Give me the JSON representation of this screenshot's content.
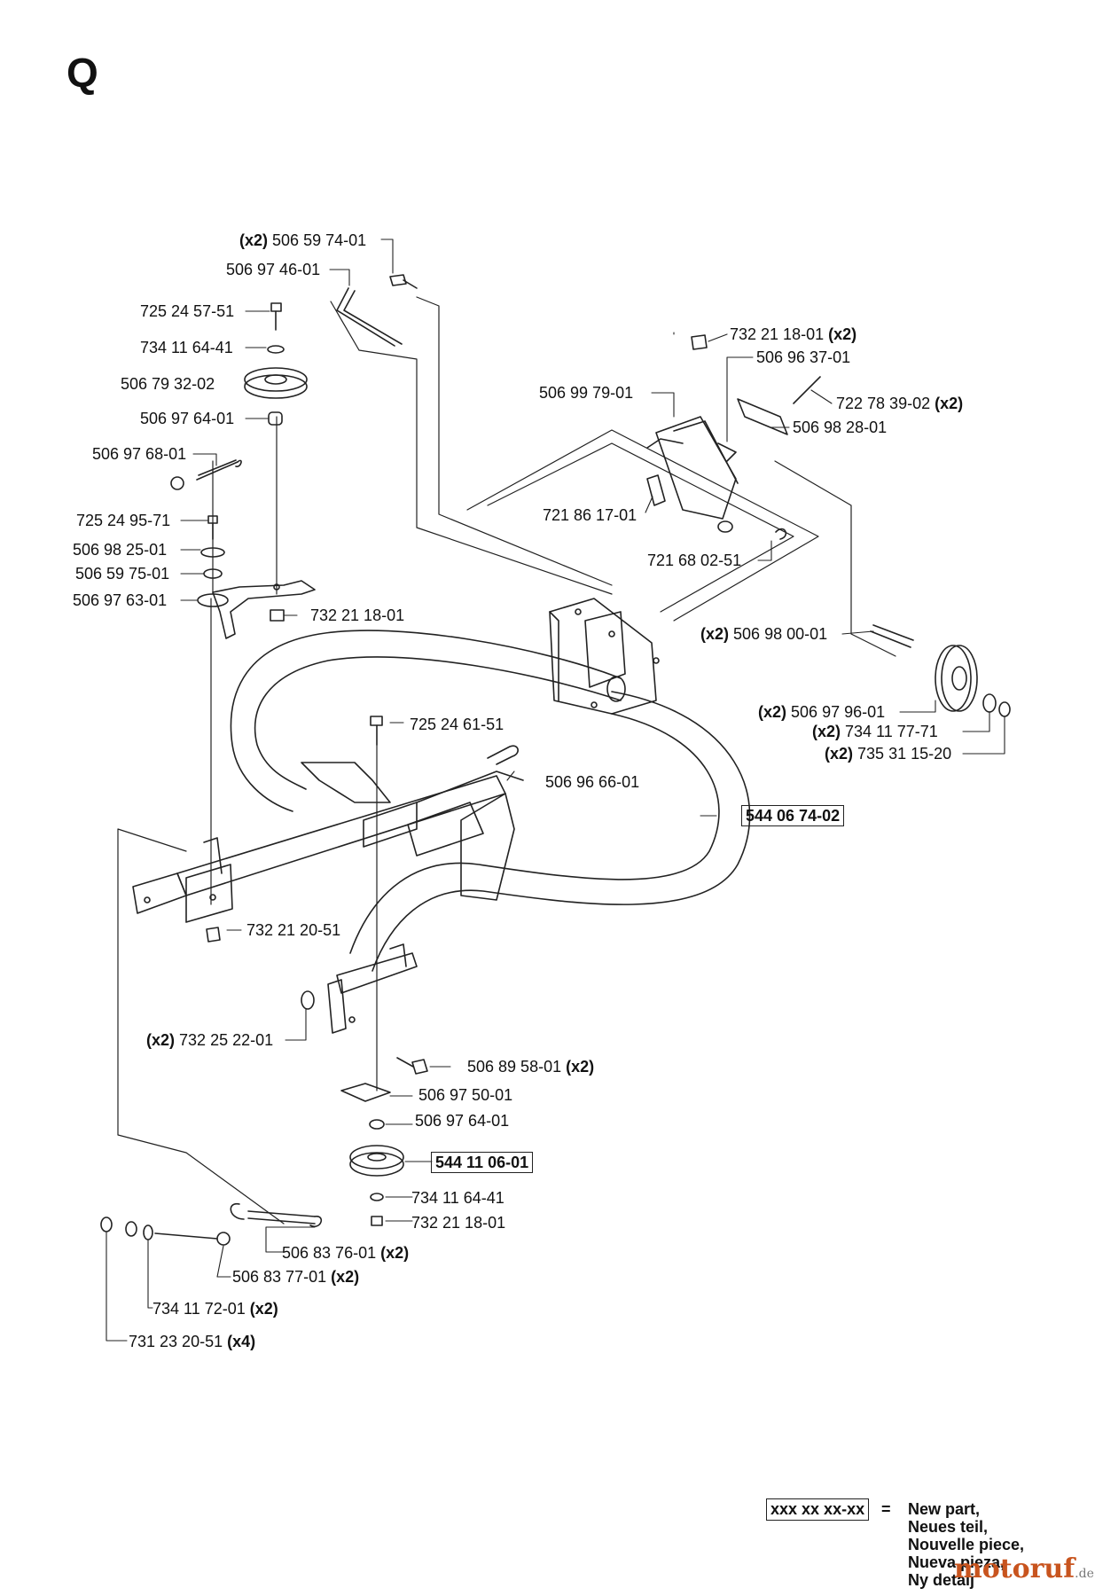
{
  "section_letter": "Q",
  "callouts": [
    {
      "id": "c1",
      "qty": "(x2)",
      "part": "506 59 74-01",
      "qty_pos": "before"
    },
    {
      "id": "c2",
      "qty": "",
      "part": "506 97 46-01"
    },
    {
      "id": "c3",
      "qty": "",
      "part": "725 24 57-51"
    },
    {
      "id": "c4",
      "qty": "",
      "part": "734 11 64-41"
    },
    {
      "id": "c5",
      "qty": "",
      "part": "506 79 32-02"
    },
    {
      "id": "c6",
      "qty": "",
      "part": "506 97 64-01"
    },
    {
      "id": "c7",
      "qty": "",
      "part": "506 97 68-01"
    },
    {
      "id": "c8",
      "qty": "",
      "part": "725 24 95-71"
    },
    {
      "id": "c9",
      "qty": "",
      "part": "506 98 25-01"
    },
    {
      "id": "c10",
      "qty": "",
      "part": "506 59 75-01"
    },
    {
      "id": "c11",
      "qty": "",
      "part": "506 97 63-01"
    },
    {
      "id": "c12",
      "qty": "",
      "part": "732 21 18-01"
    },
    {
      "id": "c13",
      "qty": "(x2)",
      "part": "732 21 18-01",
      "qty_pos": "after"
    },
    {
      "id": "c14",
      "qty": "",
      "part": "506 96 37-01"
    },
    {
      "id": "c15",
      "qty": "",
      "part": "506 99 79-01"
    },
    {
      "id": "c16",
      "qty": "(x2)",
      "part": "722 78 39-02",
      "qty_pos": "after"
    },
    {
      "id": "c17",
      "qty": "",
      "part": "506 98 28-01"
    },
    {
      "id": "c18",
      "qty": "",
      "part": "721 86 17-01"
    },
    {
      "id": "c19",
      "qty": "",
      "part": "721 68 02-51"
    },
    {
      "id": "c20",
      "qty": "(x2)",
      "part": "506 98 00-01",
      "qty_pos": "before"
    },
    {
      "id": "c21",
      "qty": "(x2)",
      "part": "506 97 96-01",
      "qty_pos": "before"
    },
    {
      "id": "c22",
      "qty": "(x2)",
      "part": "734 11 77-71",
      "qty_pos": "before"
    },
    {
      "id": "c23",
      "qty": "(x2)",
      "part": "735 31 15-20",
      "qty_pos": "before"
    },
    {
      "id": "c24",
      "qty": "",
      "part": "725 24 61-51"
    },
    {
      "id": "c25",
      "qty": "",
      "part": "506 96 66-01"
    },
    {
      "id": "c26",
      "qty": "",
      "part": "544 06 74-02",
      "boxed": true
    },
    {
      "id": "c27",
      "qty": "",
      "part": "732 21 20-51"
    },
    {
      "id": "c28",
      "qty": "(x2)",
      "part": "732 25 22-01",
      "qty_pos": "before"
    },
    {
      "id": "c29",
      "qty": "(x2)",
      "part": "506 89 58-01",
      "qty_pos": "after"
    },
    {
      "id": "c30",
      "qty": "",
      "part": "506 97 50-01"
    },
    {
      "id": "c31",
      "qty": "",
      "part": "506 97 64-01"
    },
    {
      "id": "c32",
      "qty": "",
      "part": "544 11 06-01",
      "boxed": true
    },
    {
      "id": "c33",
      "qty": "",
      "part": "734 11 64-41"
    },
    {
      "id": "c34",
      "qty": "",
      "part": "732 21 18-01"
    },
    {
      "id": "c35",
      "qty": "(x2)",
      "part": "506 83 76-01",
      "qty_pos": "after"
    },
    {
      "id": "c36",
      "qty": "(x2)",
      "part": "506 83 77-01",
      "qty_pos": "after"
    },
    {
      "id": "c37",
      "qty": "(x2)",
      "part": "734 11 72-01",
      "qty_pos": "after"
    },
    {
      "id": "c38",
      "qty": "(x4)",
      "part": "731 23 20-51",
      "qty_pos": "after"
    }
  ],
  "legend": {
    "key": "xxx xx xx-xx",
    "equals": "=",
    "lines": [
      "New part,",
      "Neues teil,",
      "Nouvelle piece,",
      "Nueva pieza,",
      "Ny detalj"
    ]
  },
  "watermark": {
    "name": "motoruf",
    "tld": ".de"
  }
}
